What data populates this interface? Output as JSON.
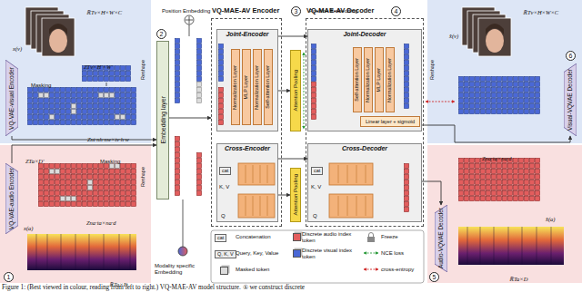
{
  "diagram": {
    "caption": "Figure 1: (Best viewed in colour, reading from left to right.) VQ-MAE-AV model structure. ① we construct discrete",
    "nodes": [
      {
        "text": [
          "VQ-VAE-visual Encoder"
        ]
      },
      {
        "text": [
          "VQ-VAE-audio Encoder"
        ]
      },
      {
        "text": [
          "Embedding layer"
        ]
      },
      {
        "text": [
          "VQ-MAE-AV Encoder"
        ]
      },
      {
        "text": [
          "Joint-Encoder"
        ],
        "in": 3
      },
      {
        "text": [
          "Normalization Layer"
        ],
        "in": 4
      },
      {
        "text": [
          "MLP Layer"
        ],
        "in": 4
      },
      {
        "text": [
          "Normalization Layer"
        ],
        "in": 4
      },
      {
        "text": [
          "Self-attention Layer"
        ],
        "in": 4
      },
      {
        "text": [
          "Cross-Encoder"
        ],
        "in": 3
      },
      {
        "text": [
          "VQ-MAE-AV Decoder"
        ]
      },
      {
        "text": [
          "Joint-Decoder"
        ],
        "in": 10
      },
      {
        "text": [
          "Self-attention Layer"
        ],
        "in": 11
      },
      {
        "text": [
          "Normalization Layer"
        ],
        "in": 11
      },
      {
        "text": [
          "MLP Layer"
        ],
        "in": 11
      },
      {
        "text": [
          "Normalization Layer"
        ],
        "in": 11
      },
      {
        "text": [
          "Linear layer + sigmoid"
        ],
        "in": 11
      },
      {
        "text": [
          "Cross-Decoder"
        ],
        "in": 10
      },
      {
        "text": [
          "Attention Pooling"
        ]
      },
      {
        "text": [
          "Attention Pooling"
        ]
      },
      {
        "text": [
          "Visual-VQVAE Decoder"
        ]
      },
      {
        "text": [
          "Audio-VQVAE Decoder"
        ]
      }
    ],
    "edges": [
      {
        "from": 0,
        "to": 2,
        "arrow": "to"
      },
      {
        "from": 1,
        "to": 2,
        "arrow": "to"
      },
      {
        "from": 2,
        "to": 3,
        "arrow": "to"
      },
      {
        "from": 4,
        "to": 11,
        "arrow": "to"
      },
      {
        "from": 4,
        "to": 18,
        "arrow": "to"
      },
      {
        "from": 9,
        "to": 17,
        "arrow": "to"
      },
      {
        "from": 9,
        "to": 19,
        "arrow": "to"
      },
      {
        "from": 11,
        "to": 20,
        "arrow": "to"
      },
      {
        "from": 17,
        "to": 21,
        "arrow": "to"
      }
    ],
    "labels": [
      "Position Embedding",
      "Position Embedding",
      "Masking",
      "Masking",
      "Modality specific Embedding",
      "1",
      "2",
      "3",
      "4",
      "5",
      "6",
      "ℝTv×H×W×C",
      "x(v)",
      "ZTv×H'×W'",
      "Znt·nh·nw×tv·h·w",
      "ZTa×D'",
      "x(a)",
      "Zna·ta×na·d",
      "ℝTa×D",
      "ℝTv×H×W×C",
      "x̂(v)",
      "Zna·ta×na·d",
      "x̂(a)",
      "ℝTa×D",
      "cat",
      "K, V",
      "Q",
      "cat",
      "K, V",
      "Q",
      "cat",
      "Q, K, V",
      "Reshape",
      "Reshape",
      "Reshape"
    ],
    "legend": [
      {
        "text": "Concatenation"
      },
      {
        "text": "Discrete audio index token",
        "color": "#e35d5d"
      },
      {
        "text": "Freeze"
      },
      {
        "text": "Query, Key, Value"
      },
      {
        "text": "Discrete visual index token",
        "color": "#4a68d6"
      },
      {
        "text": "NCE loss"
      },
      {
        "text": "Masked token",
        "color": "#dcdcdc"
      },
      {
        "text": "cross-entropy"
      }
    ]
  }
}
